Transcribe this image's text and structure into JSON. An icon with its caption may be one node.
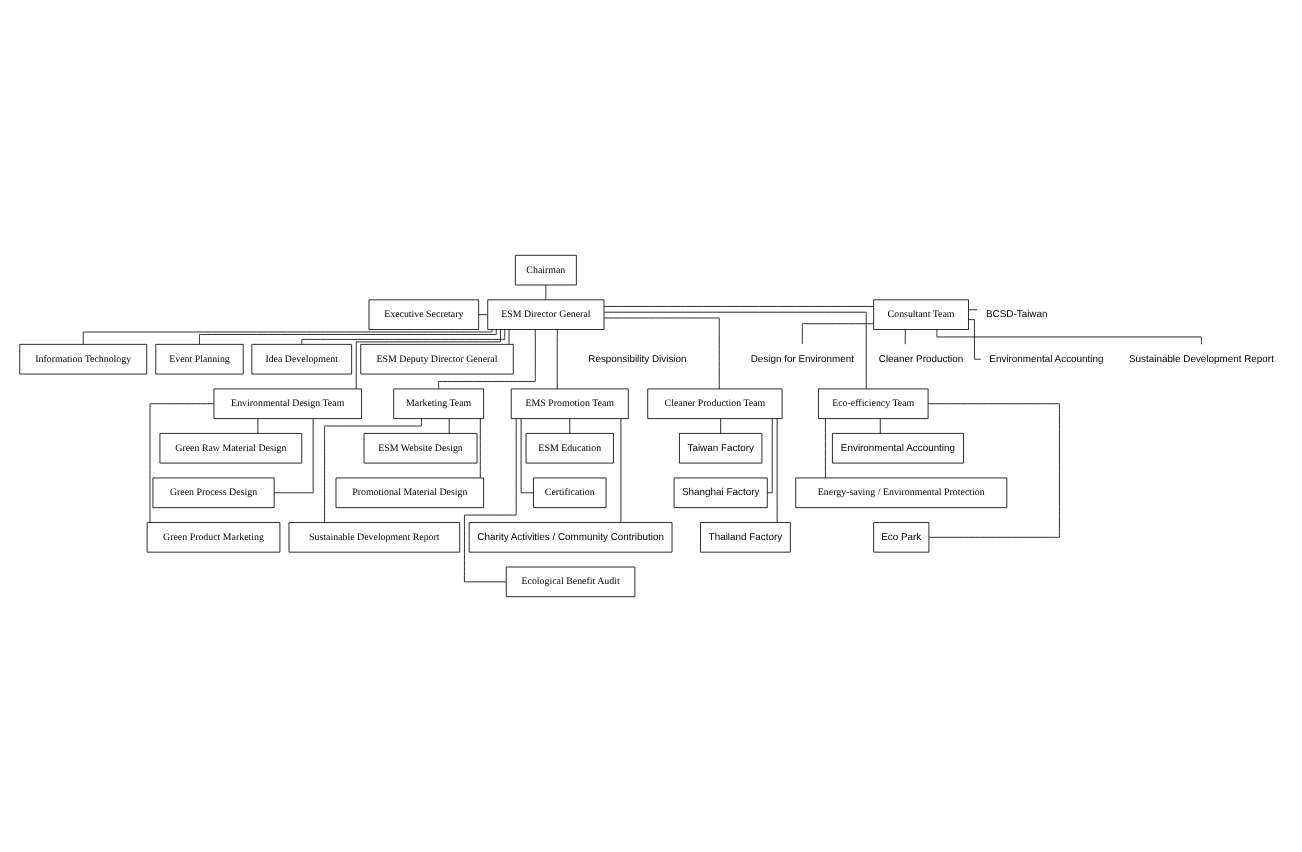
{
  "diagram": {
    "nodes": [
      {
        "text": [
          "Chairman"
        ]
      },
      {
        "text": [
          "Executive Secretary"
        ]
      },
      {
        "text": [
          "Information Technology"
        ]
      },
      {
        "text": [
          "Event Planning"
        ]
      },
      {
        "text": [
          "Idea Development"
        ]
      },
      {
        "text": [
          "ESM Director General"
        ]
      },
      {
        "text": [
          "Consultant Team"
        ]
      },
      {
        "text": [
          "BCSD-Taiwan"
        ]
      },
      {
        "text": [
          "Design for Environment"
        ]
      },
      {
        "text": [
          "Cleaner Production"
        ]
      },
      {
        "text": [
          "Environmental Accounting"
        ]
      },
      {
        "text": [
          "Sustainable Development Report"
        ]
      },
      {
        "text": [
          "ESM Deputy Director General"
        ]
      },
      {
        "text": [
          "Environmental Design Team"
        ]
      },
      {
        "text": [
          "Marketing Team"
        ]
      },
      {
        "text": [
          "EMS Promotion Team"
        ]
      },
      {
        "text": [
          "Cleaner Production Team"
        ]
      },
      {
        "text": [
          "Eco-efficiency Team"
        ]
      },
      {
        "text": [
          "Green Raw Material Design"
        ]
      },
      {
        "text": [
          "Green Process Design"
        ]
      },
      {
        "text": [
          "Green Product Marketing"
        ]
      },
      {
        "text": [
          "ESM Website Design"
        ]
      },
      {
        "text": [
          "Promotional Material Design"
        ]
      },
      {
        "text": [
          "Sustainable Development Report"
        ]
      },
      {
        "text": [
          "ESM Education"
        ]
      },
      {
        "text": [
          "Certification"
        ]
      },
      {
        "text": [
          "Charity Activities / Community Contribution"
        ]
      },
      {
        "text": [
          "Ecological Benefit Audit"
        ]
      },
      {
        "text": [
          "Taiwan Factory"
        ]
      },
      {
        "text": [
          "Shanghai Factory"
        ]
      },
      {
        "text": [
          "Thailand Factory"
        ]
      },
      {
        "text": [
          "Environmental Accounting"
        ]
      },
      {
        "text": [
          "Energy-saving / Environmental Protection"
        ]
      },
      {
        "text": [
          "Eco Park"
        ]
      }
    ],
    "edges": [
      {
        "from": 0,
        "to": 5,
        "arrow": "none"
      },
      {
        "from": 1,
        "to": 5,
        "arrow": "none"
      },
      {
        "from": 2,
        "to": 5,
        "arrow": "none"
      },
      {
        "from": 3,
        "to": 5,
        "arrow": "none"
      },
      {
        "from": 4,
        "to": 5,
        "arrow": "none"
      },
      {
        "from": 5,
        "to": 6,
        "arrow": "none"
      },
      {
        "from": 6,
        "to": 7,
        "arrow": "none"
      },
      {
        "from": 6,
        "to": 8,
        "arrow": "none"
      },
      {
        "from": 6,
        "to": 9,
        "arrow": "none"
      },
      {
        "from": 6,
        "to": 10,
        "arrow": "none"
      },
      {
        "from": 6,
        "to": 11,
        "arrow": "none"
      },
      {
        "from": 5,
        "to": 12,
        "arrow": "none"
      },
      {
        "from": 5,
        "to": 13,
        "arrow": "none"
      },
      {
        "from": 5,
        "to": 14,
        "arrow": "none"
      },
      {
        "from": 5,
        "to": 15,
        "arrow": "none"
      },
      {
        "from": 5,
        "to": 16,
        "arrow": "none"
      },
      {
        "from": 5,
        "to": 17,
        "arrow": "none"
      },
      {
        "from": 13,
        "to": 18,
        "arrow": "none"
      },
      {
        "from": 13,
        "to": 19,
        "arrow": "none"
      },
      {
        "from": 13,
        "to": 20,
        "arrow": "none"
      },
      {
        "from": 14,
        "to": 21,
        "arrow": "none"
      },
      {
        "from": 14,
        "to": 22,
        "arrow": "none"
      },
      {
        "from": 14,
        "to": 23,
        "arrow": "none"
      },
      {
        "from": 15,
        "to": 24,
        "arrow": "none"
      },
      {
        "from": 15,
        "to": 25,
        "arrow": "none"
      },
      {
        "from": 15,
        "to": 26,
        "arrow": "none"
      },
      {
        "from": 15,
        "to": 27,
        "arrow": "none"
      },
      {
        "from": 16,
        "to": 28,
        "arrow": "none"
      },
      {
        "from": 16,
        "to": 29,
        "arrow": "none"
      },
      {
        "from": 16,
        "to": 30,
        "arrow": "none"
      },
      {
        "from": 17,
        "to": 31,
        "arrow": "none"
      },
      {
        "from": 17,
        "to": 32,
        "arrow": "none"
      },
      {
        "from": 17,
        "to": 33,
        "arrow": "none"
      }
    ],
    "labels": [
      "Responsibility Division"
    ]
  }
}
